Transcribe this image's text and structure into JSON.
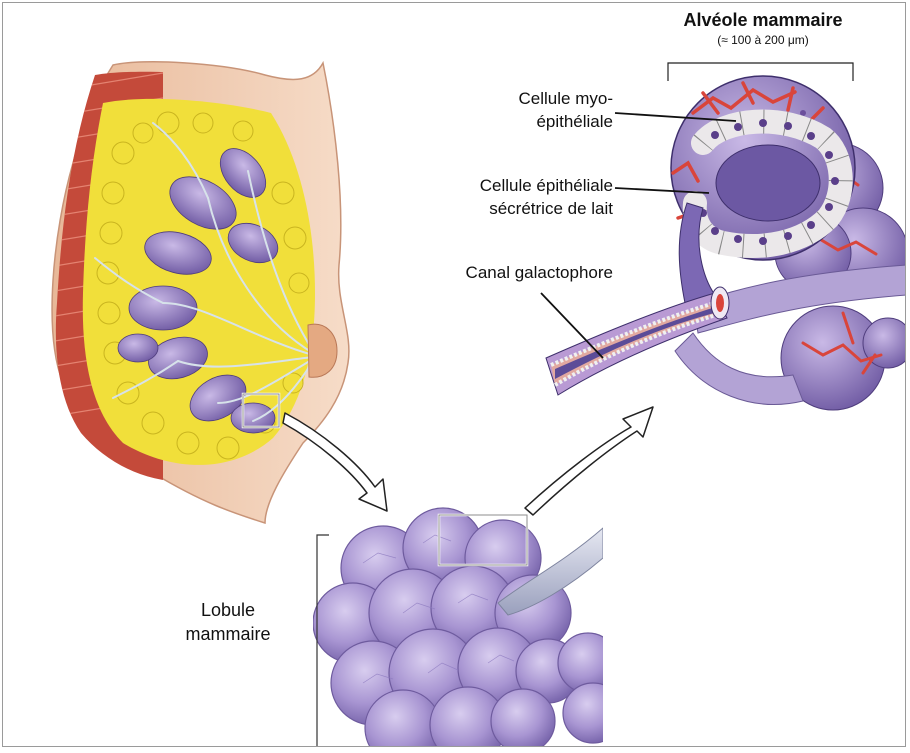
{
  "labels": {
    "alveole_title": "Alvéole mammaire",
    "alveole_size": "(≈ 100 à 200 μm)",
    "myo_line1": "Cellule myo-",
    "myo_line2": "épithéliale",
    "epith_line1": "Cellule épithéliale",
    "epith_line2": "sécrétrice de lait",
    "canal": "Canal galactophore",
    "lobule_line1": "Lobule",
    "lobule_line2": "mammaire"
  },
  "colors": {
    "skin": "#f4d2bb",
    "muscle": "#c9503f",
    "fat": "#f2e23a",
    "lobule": "#9b86c4",
    "duct": "#c6cbe0",
    "capillary": "#d9453b",
    "cell": "#f4f2f2",
    "nucleus": "#5a3f8a"
  }
}
